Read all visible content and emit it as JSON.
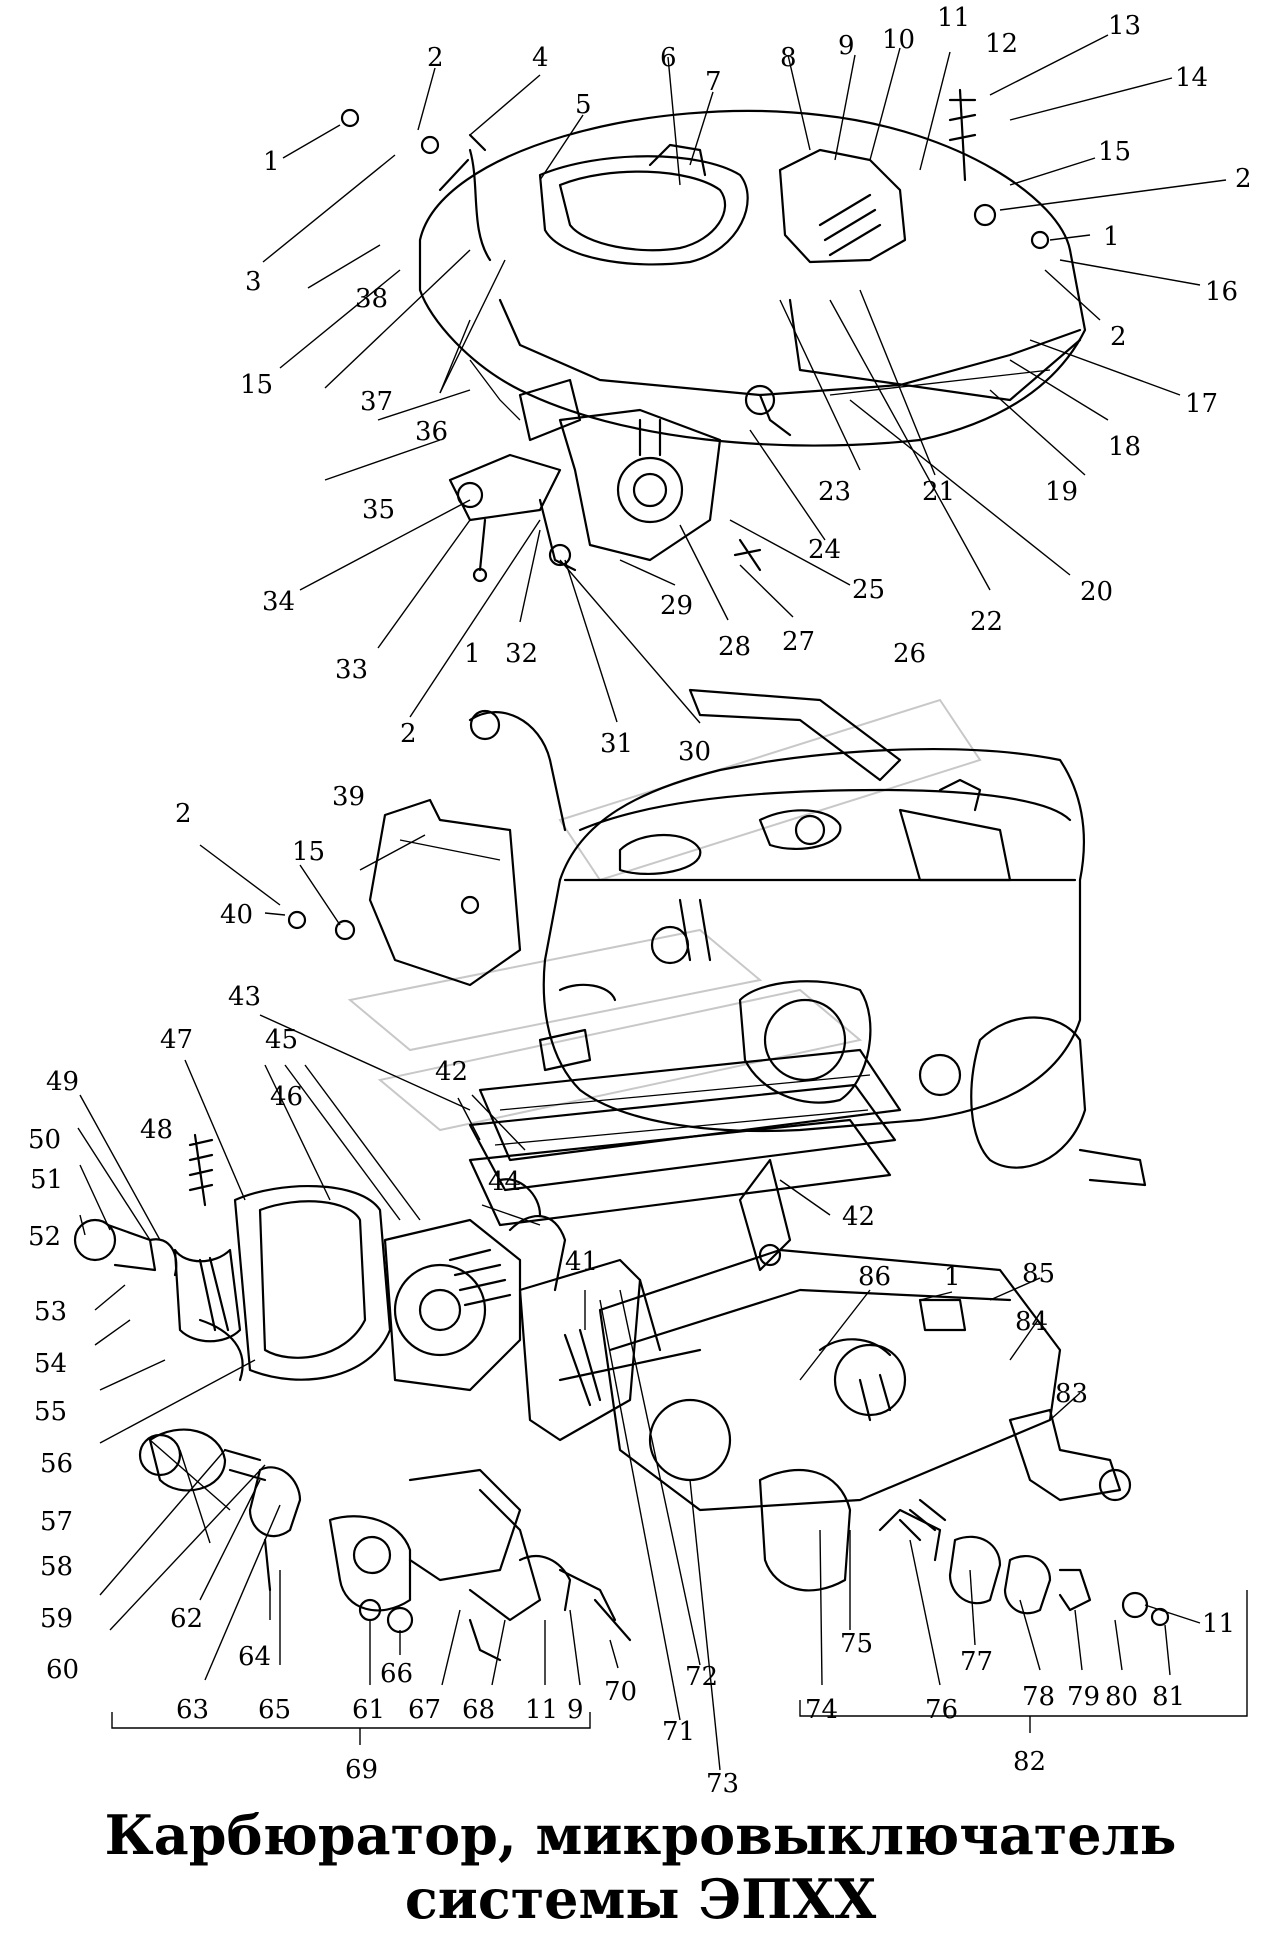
{
  "title_line1": "Карбюратор, микровыключатель",
  "title_line2": "системы ЭПХХ",
  "callouts": [
    "1",
    "2",
    "3",
    "4",
    "5",
    "6",
    "7",
    "8",
    "9",
    "10",
    "11",
    "12",
    "13",
    "14",
    "15",
    "16",
    "17",
    "18",
    "19",
    "20",
    "21",
    "22",
    "23",
    "24",
    "25",
    "26",
    "27",
    "28",
    "29",
    "30",
    "31",
    "32",
    "33",
    "34",
    "35",
    "36",
    "37",
    "38",
    "39",
    "40",
    "41",
    "42",
    "43",
    "44",
    "45",
    "46",
    "47",
    "48",
    "49",
    "50",
    "51",
    "52",
    "53",
    "54",
    "55",
    "56",
    "57",
    "58",
    "59",
    "60",
    "61",
    "62",
    "63",
    "64",
    "65",
    "66",
    "67",
    "68",
    "69",
    "70",
    "71",
    "72",
    "73",
    "74",
    "75",
    "76",
    "77",
    "78",
    "79",
    "80",
    "81",
    "82",
    "83",
    "84",
    "85",
    "86"
  ]
}
